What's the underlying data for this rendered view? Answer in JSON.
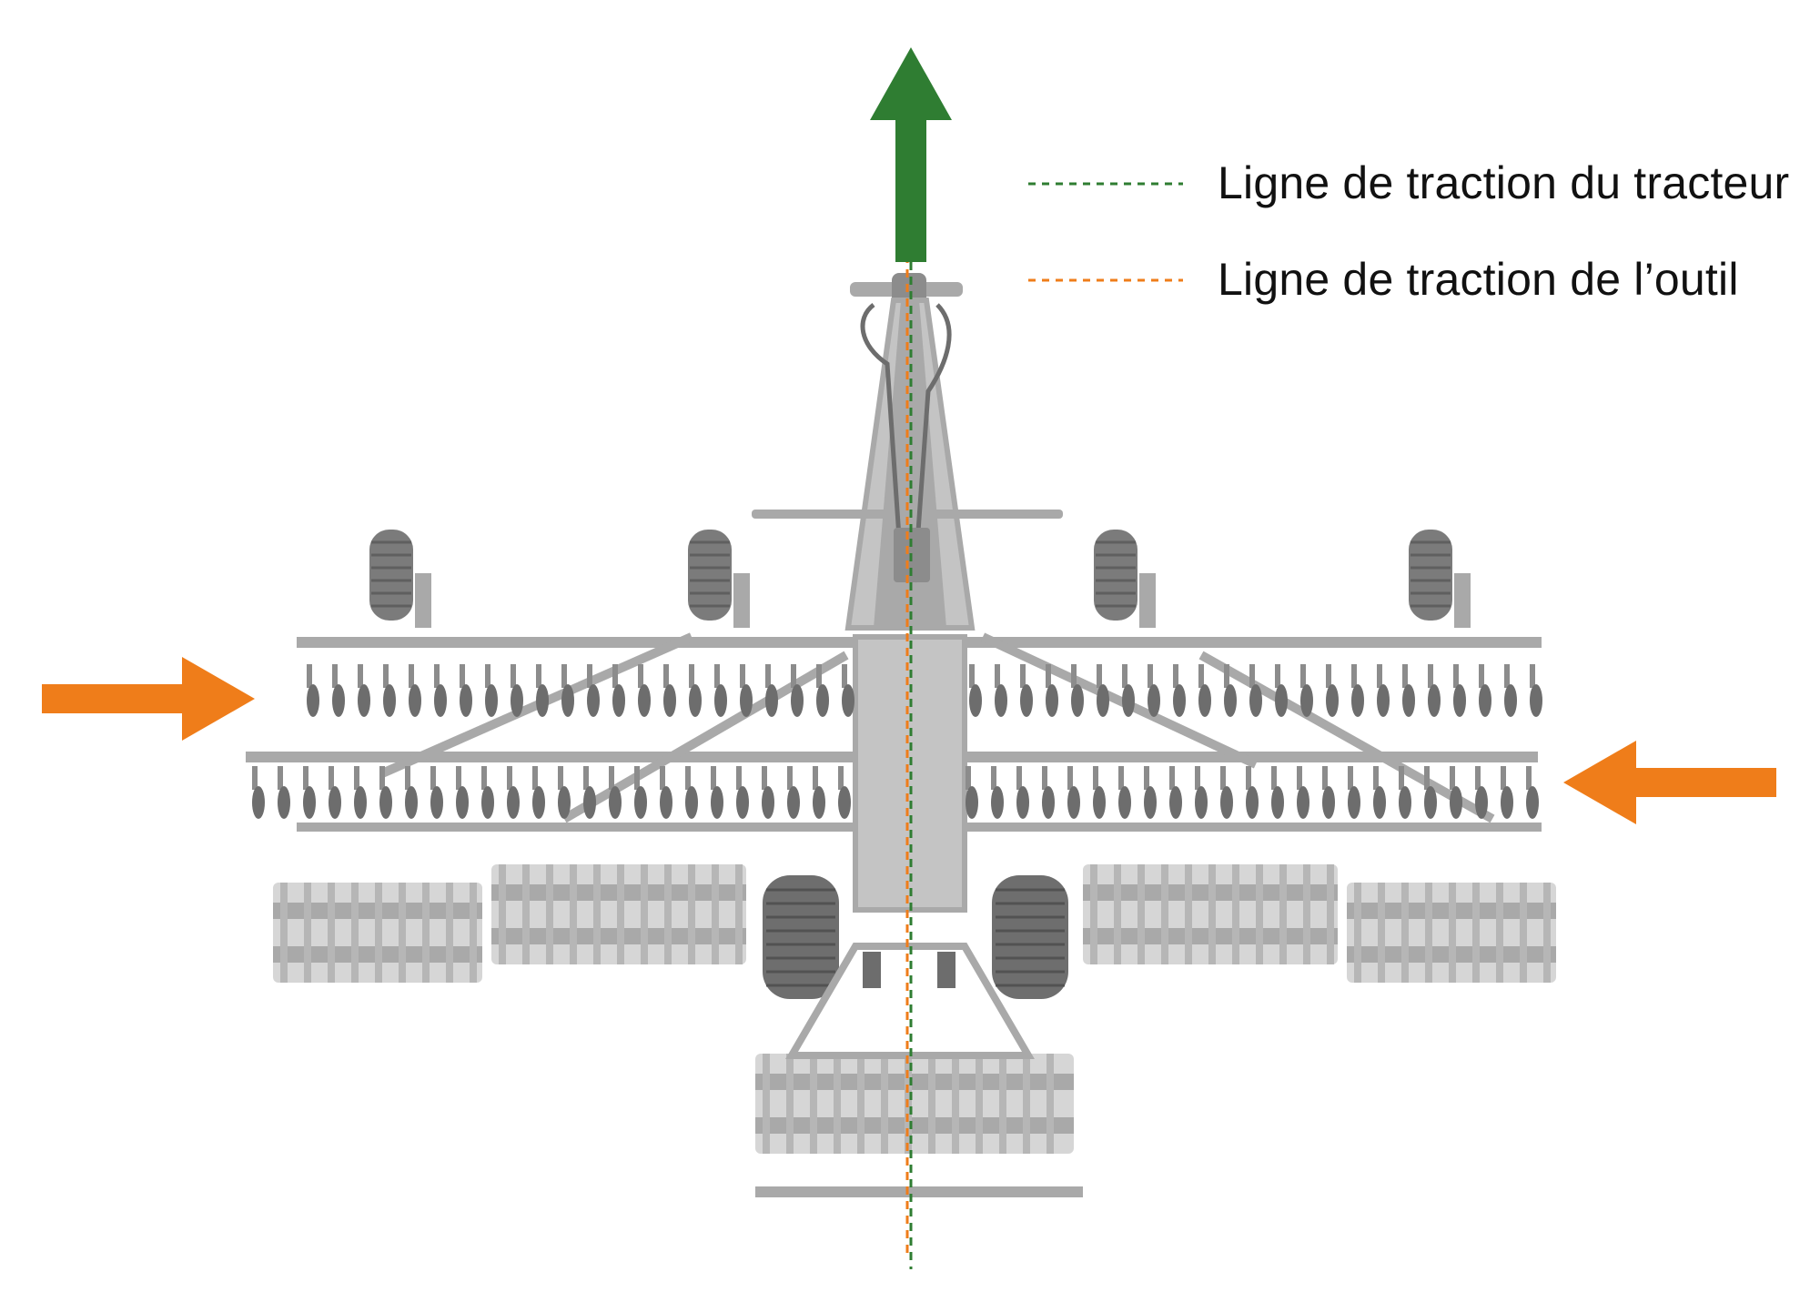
{
  "legend": {
    "items": [
      {
        "label": "Ligne de traction du tracteur",
        "color": "#2f7d32",
        "line_style": "dashed"
      },
      {
        "label": "Ligne de traction de l’outil",
        "color": "#ef7d1a",
        "line_style": "dashed"
      }
    ]
  },
  "colors": {
    "tractor_pull_line": "#2f7d32",
    "tool_pull_line": "#ef7d1a",
    "forward_arrow": "#2f7d32",
    "side_force_arrows": "#ef7d1a",
    "implement": "#a9a9a9"
  },
  "arrows": {
    "forward": {
      "direction": "up",
      "meaning": "Ligne de traction du tracteur"
    },
    "left": {
      "direction": "right"
    },
    "right": {
      "direction": "left"
    }
  },
  "implement": {
    "icon": "disc-harrow-topview-icon",
    "wheels": 6,
    "disc_rows": 2,
    "roller_sections": 5
  }
}
